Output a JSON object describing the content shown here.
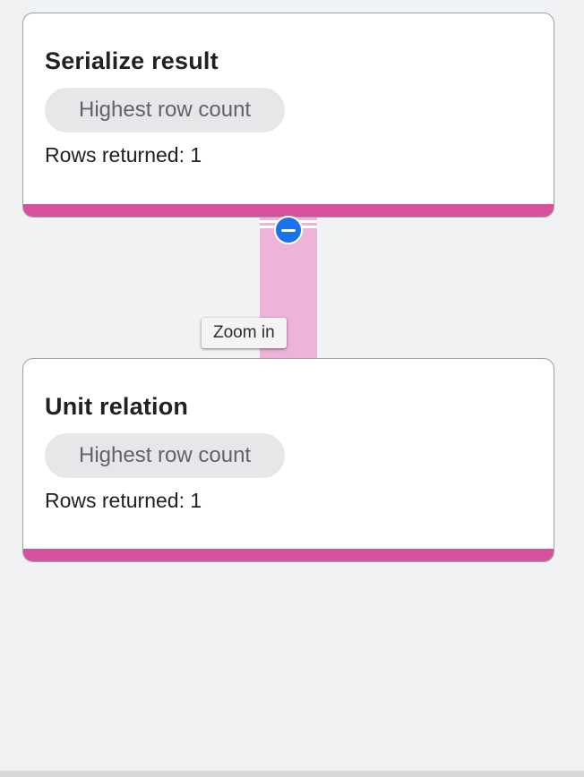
{
  "canvas": {
    "background": "#f1f2f4"
  },
  "nodes": [
    {
      "title": "Serialize result",
      "badge": "Highest row count",
      "stats": "Rows returned: 1"
    },
    {
      "title": "Unit relation",
      "badge": "Highest row count",
      "stats": "Rows returned: 1"
    }
  ],
  "edge": {
    "collapse_icon": "minus-in-circle"
  },
  "tooltip": {
    "label": "Zoom in"
  },
  "colors": {
    "node_accent_pink": "#d6519d",
    "edge_pink": "#edb3d8",
    "collapse_blue": "#1a73e8",
    "badge_background": "#e7e7e9",
    "badge_text": "#5f6368",
    "card_border": "#9aa0a6",
    "canvas_background": "#f1f2f4"
  }
}
